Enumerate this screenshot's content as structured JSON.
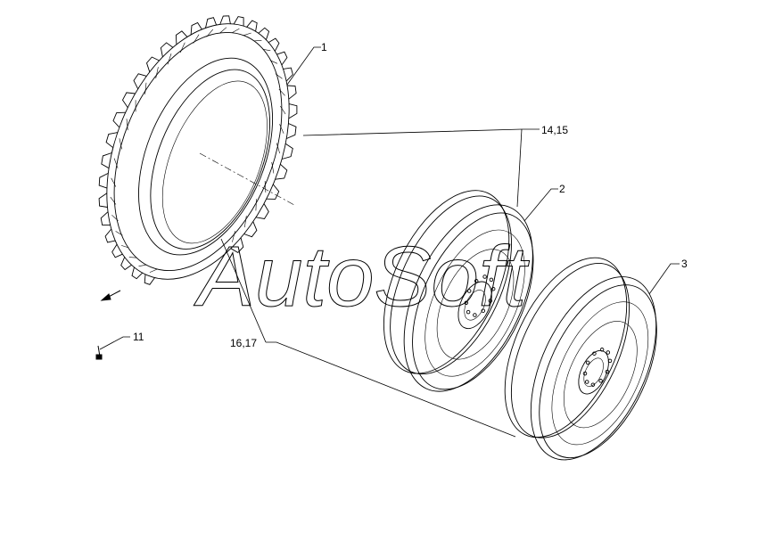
{
  "diagram": {
    "callouts": {
      "tire": "1",
      "rim_front": "2",
      "rim_rear": "3",
      "bolt": "11",
      "parts_14_15": "14,15",
      "parts_16_17": "16,17"
    },
    "watermark": "AutoSoft",
    "colors": {
      "line": "#000000",
      "background": "#ffffff"
    }
  }
}
